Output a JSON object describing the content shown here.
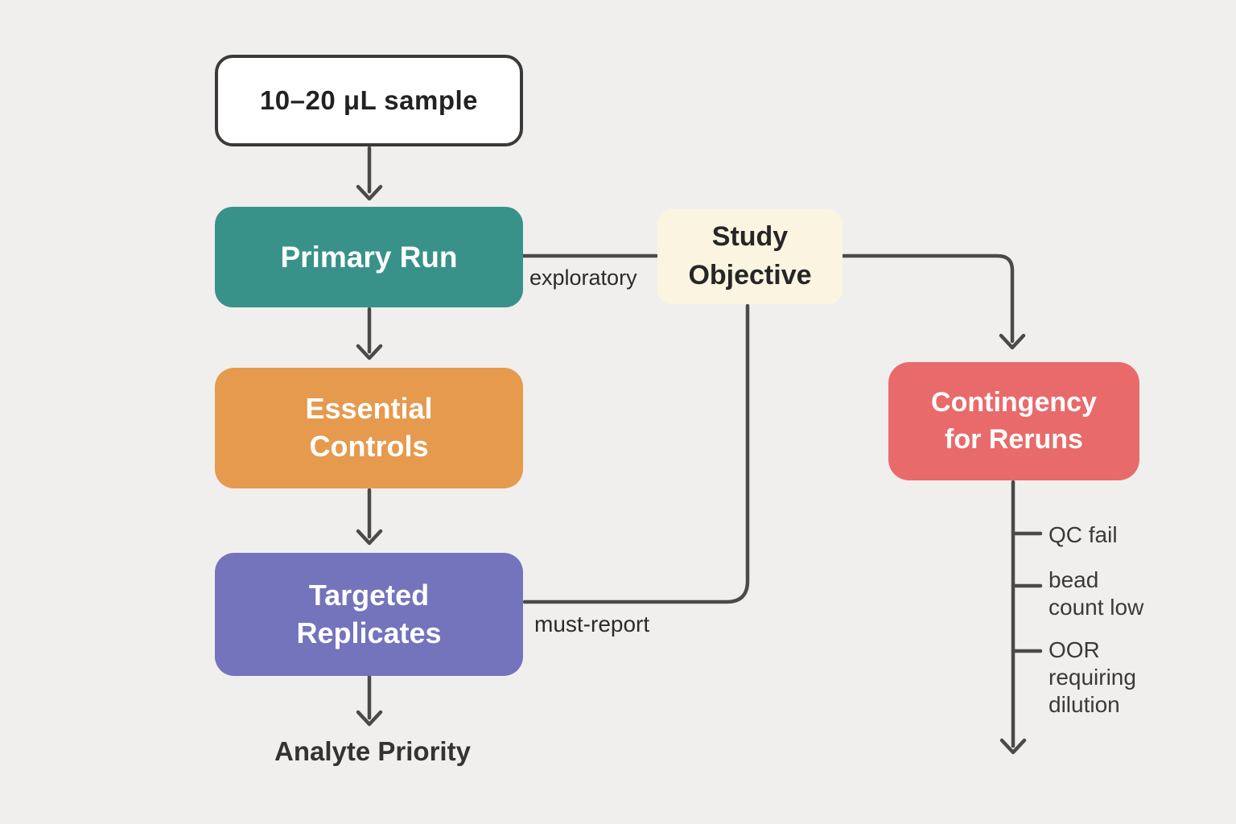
{
  "canvas": {
    "bg": "#f0efed",
    "line_color": "#4a4a4a",
    "dark_text": "#2d2d2d"
  },
  "nodes": {
    "sample": {
      "label": "10–20 μL sample",
      "bg": "#ffffff",
      "border_color": "#3a3a3a",
      "text_color": "#222222"
    },
    "primary": {
      "label": "Primary Run",
      "bg": "#39928a",
      "text_color": "#ffffff"
    },
    "essential": {
      "label": "Essential Controls",
      "lines": [
        "Essential",
        "Controls"
      ],
      "bg": "#e69a4e",
      "text_color": "#ffffff"
    },
    "targeted": {
      "label": "Targeted Replicates",
      "lines": [
        "Targeted",
        "Replicates"
      ],
      "bg": "#7374bc",
      "text_color": "#ffffff"
    },
    "study": {
      "label": "Study Objective",
      "lines": [
        "Study",
        "Objective"
      ],
      "bg": "#faf4e1",
      "text_color": "#262626"
    },
    "contingency": {
      "label": "Contingency for Reruns",
      "lines": [
        "Contingency",
        "for Reruns"
      ],
      "bg": "#e96a6a",
      "text_color": "#ffffff"
    }
  },
  "edge_labels": {
    "exploratory": "exploratory",
    "must_report": "must-report"
  },
  "terminal_label": "Analyte Priority",
  "rerun_reasons": [
    {
      "text": "QC fail",
      "lines": [
        "QC fail"
      ]
    },
    {
      "text": "bead count low",
      "lines": [
        "bead",
        "count low"
      ]
    },
    {
      "text": "OOR requiring dilution",
      "lines": [
        "OOR",
        "requiring",
        "dilution"
      ]
    }
  ]
}
